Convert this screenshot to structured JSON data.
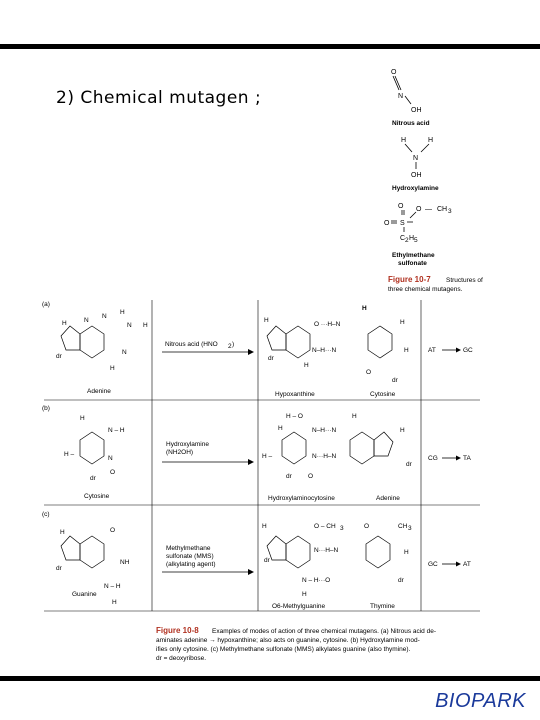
{
  "slide": {
    "title": "2) Chemical mutagen ;",
    "footer_logo": "BIOPARK"
  },
  "figure_10_7": {
    "nitrous_acid": {
      "atoms": [
        "O",
        "N",
        "OH"
      ],
      "name": "Nitrous acid"
    },
    "hydroxylamine": {
      "atoms": [
        "H",
        "H",
        "N",
        "OH"
      ],
      "name": "Hydroxylamine"
    },
    "ems": {
      "atoms": [
        "O",
        "O",
        "S",
        "O",
        "—",
        "CH",
        "3",
        "C",
        "2",
        "H",
        "5"
      ],
      "name_line1": "Ethylmethane",
      "name_line2": "sulfonate"
    },
    "caption_bold": "Figure 10-7",
    "caption_line1": "Structures of",
    "caption_line2": "three chemical mutagens."
  },
  "figure_10_8": {
    "rows": [
      {
        "letter": "(a)",
        "reagent_line1": "Nitrous acid (HNO",
        "reagent_sub": "2",
        "reagent_close": ")",
        "left_name": "Adenine",
        "product_names": [
          "Hypoxanthine",
          "Cytosine"
        ],
        "result_from": "AT",
        "result_to": "GC"
      },
      {
        "letter": "(b)",
        "reagent_line1": "Hydroxylamine",
        "reagent_line2": "(NH2OH)",
        "left_name": "Cytosine",
        "product_names": [
          "Hydroxylaminocytosine",
          "Adenine"
        ],
        "result_from": "CG",
        "result_to": "TA"
      },
      {
        "letter": "(c)",
        "reagent_line1": "Methylmethane",
        "reagent_line2": "sulfonate (MMS)",
        "reagent_line3": "(alkylating agent)",
        "left_name": "Guanine",
        "product_names": [
          "O6-Methylguanine",
          "Thymine"
        ],
        "result_from": "GC",
        "result_to": "AT"
      }
    ],
    "caption_bold": "Figure 10-8",
    "caption_line1": "Examples of modes of action of three chemical mutagens. (a) Nitrous acid de-",
    "caption_line2": "aminates adenine → hypoxanthine; also acts on guanine, cytosine. (b) Hydroxylamine mod-",
    "caption_line3": "ifies only cytosine. (c) Methylmethane sulfonate (MMS) alkylates guanine (also thymine).",
    "caption_line4": "dr = deoxyribose."
  },
  "colors": {
    "logo": "#1b3a9b",
    "rules": "#000000",
    "caption_red": "#b0301f"
  }
}
